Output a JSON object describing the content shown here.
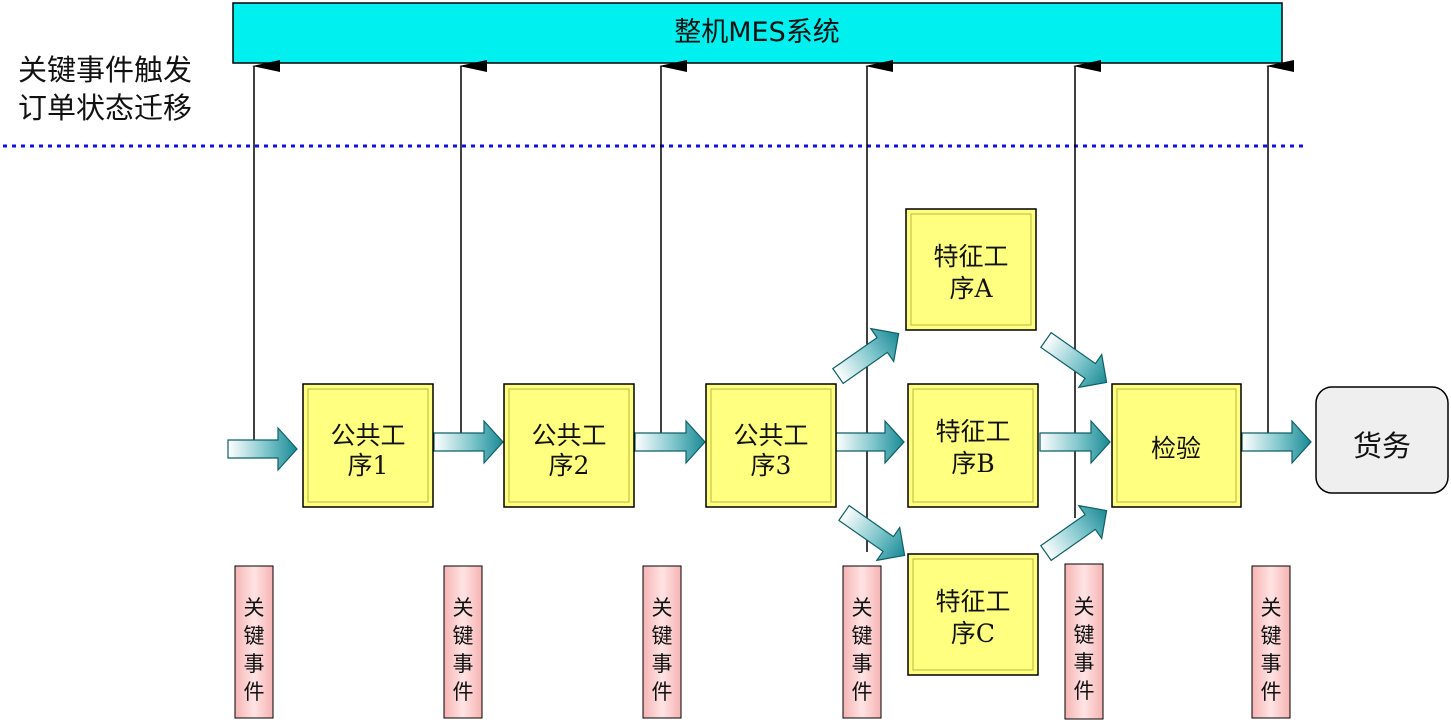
{
  "mes": {
    "label": "整机MES系统",
    "color": "#00f0f0"
  },
  "side_note": {
    "line1": "关键事件触发",
    "line2": "订单状态迁移"
  },
  "processes": {
    "p1": {
      "line1": "公共工",
      "line2": "序1"
    },
    "p2": {
      "line1": "公共工",
      "line2": "序2"
    },
    "p3": {
      "line1": "公共工",
      "line2": "序3"
    },
    "pa": {
      "line1": "特征工",
      "line2": "序A"
    },
    "pb": {
      "line1": "特征工",
      "line2": "序B"
    },
    "pc": {
      "line1": "特征工",
      "line2": "序C"
    },
    "inspect": {
      "label": "检验"
    }
  },
  "goods": {
    "label": "货务"
  },
  "key_event": {
    "c1": "关",
    "c2": "键",
    "c3": "事",
    "c4": "件"
  },
  "colors": {
    "process_fill": "#ffff80",
    "event_fill": "#ffcfcf",
    "goods_fill": "#efefef",
    "flow_arrow": "#1f8f9a",
    "divider": "#1010e0"
  }
}
